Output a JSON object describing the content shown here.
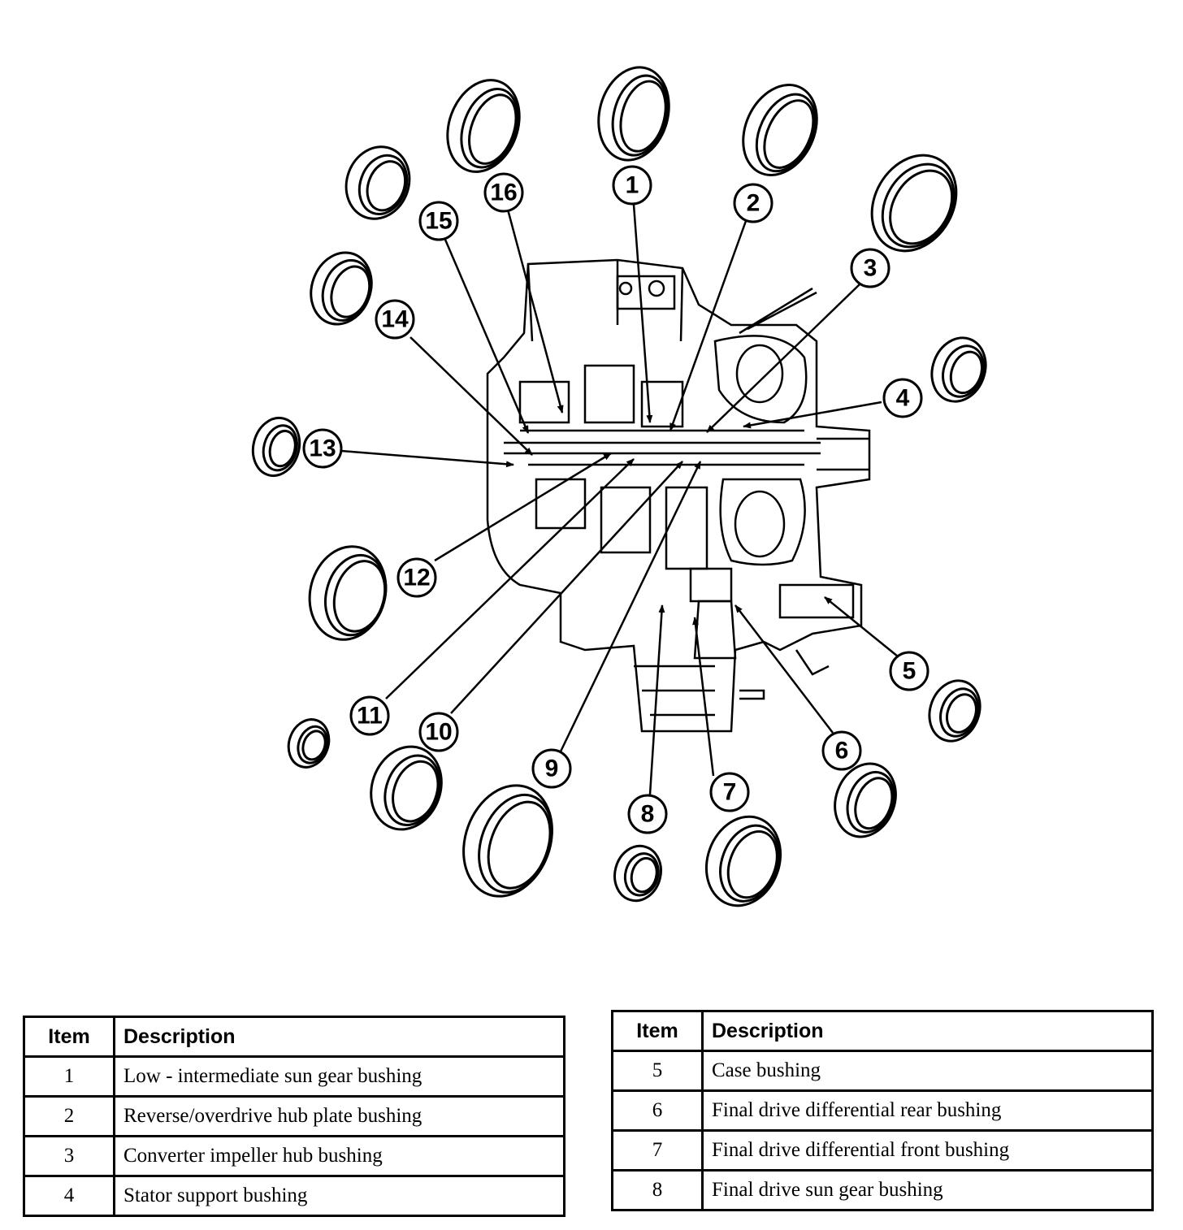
{
  "callouts": [
    "1",
    "2",
    "3",
    "4",
    "5",
    "6",
    "7",
    "8",
    "9",
    "10",
    "11",
    "12",
    "13",
    "14",
    "15",
    "16"
  ],
  "legend_left": {
    "header_item": "Item",
    "header_desc": "Description",
    "rows": [
      {
        "item": "1",
        "desc": "Low - intermediate sun gear bushing"
      },
      {
        "item": "2",
        "desc": "Reverse/overdrive hub plate bushing"
      },
      {
        "item": "3",
        "desc": "Converter impeller hub bushing"
      },
      {
        "item": "4",
        "desc": "Stator support bushing"
      }
    ]
  },
  "legend_right": {
    "header_item": "Item",
    "header_desc": "Description",
    "rows": [
      {
        "item": "5",
        "desc": "Case bushing"
      },
      {
        "item": "6",
        "desc": "Final drive differential rear bushing"
      },
      {
        "item": "7",
        "desc": "Final drive differential front bushing"
      },
      {
        "item": "8",
        "desc": "Final drive sun gear bushing"
      }
    ]
  }
}
